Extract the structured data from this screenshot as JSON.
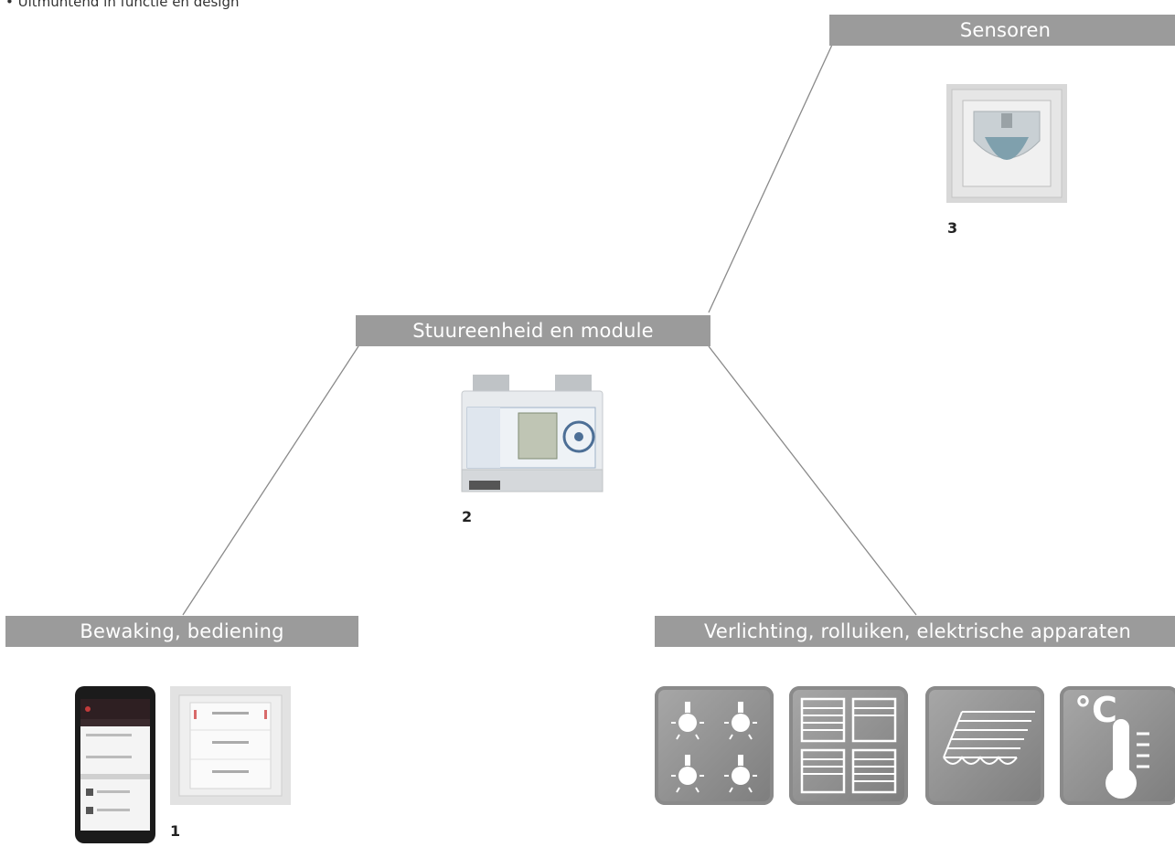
{
  "top_text": "• Uitmuntend in functie en design",
  "categories": {
    "sensors": "Sensoren",
    "control_unit": "Stuureenheid en module",
    "monitoring": "Bewaking, bediening",
    "outputs": "Verlichting, rolluiken, elektrische apparaten"
  },
  "numbers": {
    "monitoring": "1",
    "control_unit": "2",
    "sensors": "3"
  },
  "icons": {
    "lights": "light-bulbs-icon",
    "shutters": "roller-shutters-icon",
    "awning": "awning-icon",
    "temperature": "thermometer-icon"
  },
  "thermometer_unit": "°C",
  "colors": {
    "bar": "#9b9b9b",
    "tile": "#8f8f8f",
    "line": "#8a8a8a"
  }
}
